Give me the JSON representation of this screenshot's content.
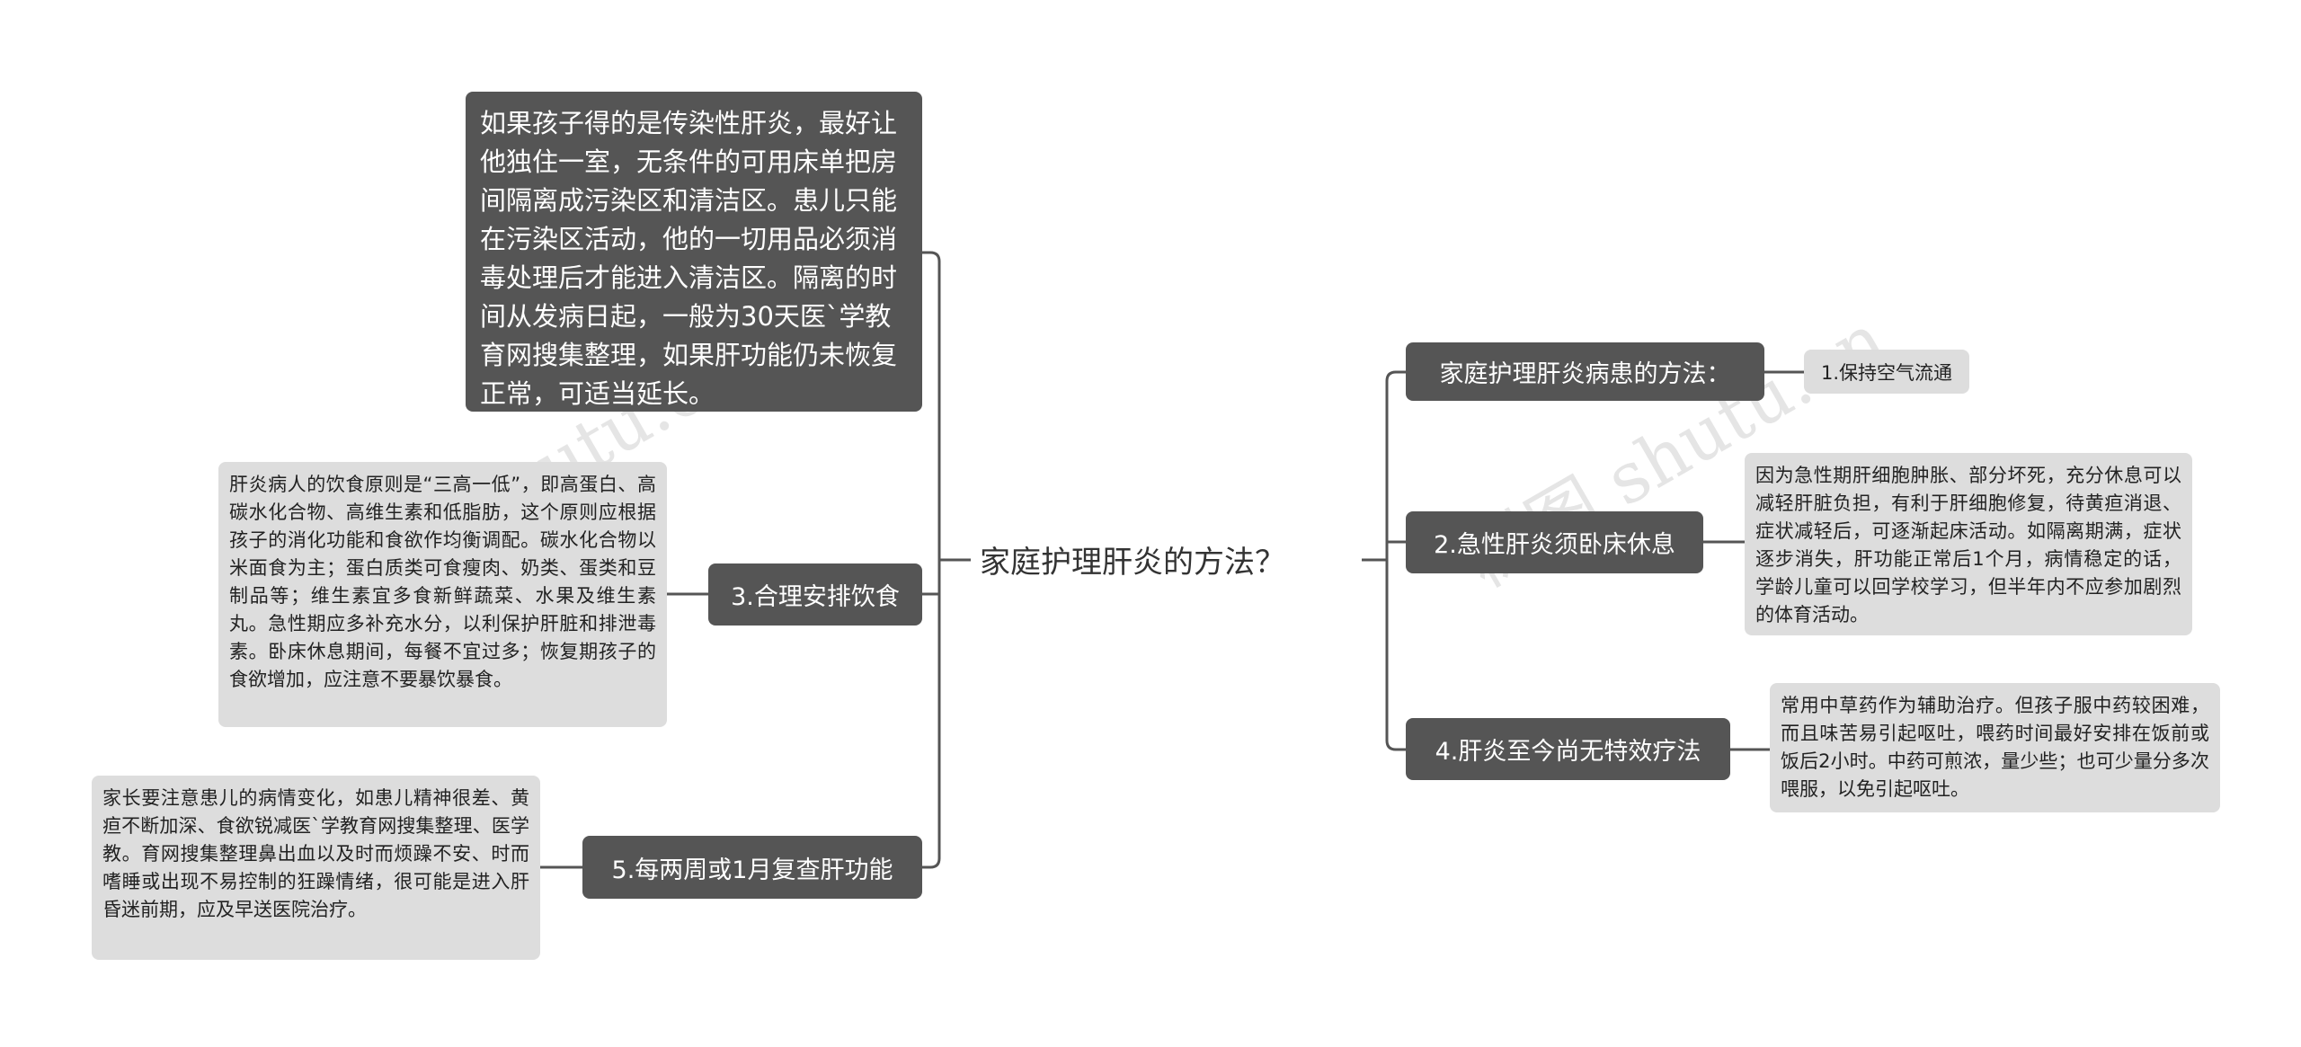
{
  "center": {
    "title": "家庭护理肝炎的方法？"
  },
  "left": [
    {
      "label": "",
      "detail": "如果孩子得的是传染性肝炎，最好让他独住一室，无条件的可用床单把房间隔离成污染区和清洁区。患儿只能在污染区活动，他的一切用品必须消毒处理后才能进入清洁区。隔离的时间从发病日起，一般为30天医`学教育网搜集整理，如果肝功能仍未恢复正常，可适当延长。"
    },
    {
      "label": "3.合理安排饮食",
      "detail": "肝炎病人的饮食原则是“三高一低”，即高蛋白、高碳水化合物、高维生素和低脂肪，这个原则应根据孩子的消化功能和食欲作均衡调配。碳水化合物以米面食为主；蛋白质类可食瘦肉、奶类、蛋类和豆制品等；维生素宜多食新鲜蔬菜、水果及维生素丸。急性期应多补充水分，以利保护肝脏和排泄毒素。卧床休息期间，每餐不宜过多；恢复期孩子的食欲增加，应注意不要暴饮暴食。"
    },
    {
      "label": "5.每两周或1月复查肝功能",
      "detail": "家长要注意患儿的病情变化，如患儿精神很差、黄疸不断加深、食欲锐减医`学教育网搜集整理、医学教。育网搜集整理鼻出血以及时而烦躁不安、时而嗜睡或出现不易控制的狂躁情绪，很可能是进入肝昏迷前期，应及早送医院治疗。"
    }
  ],
  "right": [
    {
      "label": "家庭护理肝炎病患的方法：",
      "detail": "1.保持空气流通"
    },
    {
      "label": "2.急性肝炎须卧床休息",
      "detail": "因为急性期肝细胞肿胀、部分坏死，充分休息可以减轻肝脏负担，有利于肝细胞修复，待黄疸消退、症状减轻后，可逐渐起床活动。如隔离期满，症状逐步消失，肝功能正常后1个月，病情稳定的话，学龄儿童可以回学校学习，但半年内不应参加剧烈的体育活动。"
    },
    {
      "label": "4.肝炎至今尚无特效疗法",
      "detail": "常用中草药作为辅助治疗。但孩子服中药较困难，而且味苦易引起呕吐，喂药时间最好安排在饭前或饭后2小时。中药可煎浓，量少些；也可少量分多次喂服，以免引起呕吐。"
    }
  ],
  "watermark": "树图 shutu.cn",
  "colors": {
    "dark_node": "#555555",
    "light_node": "#dddddd",
    "line": "#555555"
  }
}
